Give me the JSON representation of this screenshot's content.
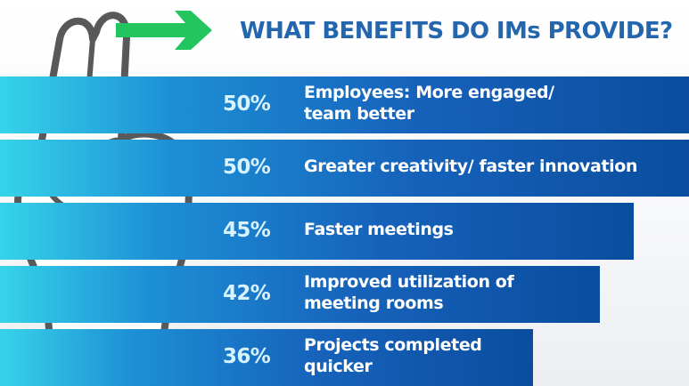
{
  "title": "WHAT BENEFITS DO IMs PROVIDE?",
  "chart_data": {
    "type": "bar",
    "orientation": "horizontal",
    "title": "WHAT BENEFITS DO IMs PROVIDE?",
    "categories": [
      "Employees: More engaged/ team better",
      "Greater creativity/ faster innovation",
      "Faster meetings",
      "Improved utilization of meeting rooms",
      "Projects completed quicker"
    ],
    "values": [
      50,
      50,
      45,
      42,
      36
    ],
    "value_labels": [
      "50%",
      "50%",
      "45%",
      "42%",
      "36%"
    ],
    "label_lines": [
      [
        "Employees: More engaged/",
        "team better"
      ],
      [
        "Greater creativity/ faster innovation"
      ],
      [
        "Faster meetings"
      ],
      [
        "Improved utilization of",
        "meeting rooms"
      ],
      [
        "Projects completed",
        "quicker"
      ]
    ],
    "unit": "%",
    "colors": {
      "bar_start": "#36d3ea",
      "bar_end": "#0a4d9e",
      "title": "#2466ad",
      "percent": "#d6f3ff",
      "label": "#ffffff",
      "arrow": "#22c55e"
    }
  }
}
